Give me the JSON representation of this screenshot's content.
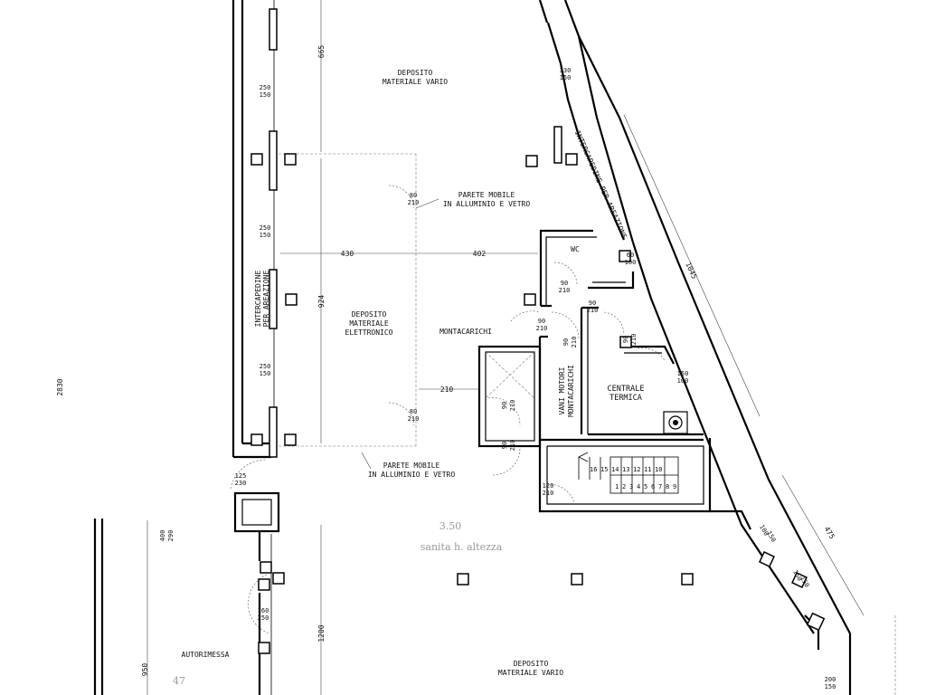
{
  "rooms": {
    "deposito_top": [
      "DEPOSITO",
      "MATERIALE VARIO"
    ],
    "deposito_elettronico": [
      "DEPOSITO",
      "MATERIALE",
      "ELETTRONICO"
    ],
    "wc": "WC",
    "montacarichi": "MONTACARICHI",
    "vani_motori": [
      "VANI MOTORI",
      "MONTACARICHI"
    ],
    "centrale_termica": [
      "CENTRALE",
      "TERMICA"
    ],
    "autorimessa": "AUTORIMESSA",
    "deposito_bottom": [
      "DEPOSITO",
      "MATERIALE VARIO"
    ],
    "intercapedine_left": [
      "INTERCAPEDINE",
      "PER AREAZIONE"
    ],
    "intercapedine_right": "INTERCAPEDINE PER AREAZIONE"
  },
  "annotations": {
    "parete_mobile_top": [
      "PARETE MOBILE",
      "IN ALLUMINIO E VETRO"
    ],
    "parete_mobile_bottom": [
      "PARETE MOBILE",
      "IN ALLUMINIO E VETRO"
    ],
    "pencil_note_1": "3.50",
    "pencil_note_2": "sanita h. altezza",
    "pencil_note_3": "47"
  },
  "dimensions": {
    "d665": "665",
    "d924": "924",
    "d1200": "1200",
    "d2830": "2830",
    "d950": "950",
    "d430": "430",
    "d402": "402",
    "d210": "210",
    "d1045": "1045",
    "d475": "475"
  },
  "openings": {
    "w_top_left": [
      "250",
      "150"
    ],
    "w_mid_left": [
      "250",
      "150"
    ],
    "w_low_left": [
      "250",
      "150"
    ],
    "w_top_right": [
      "330",
      "150"
    ],
    "door_parete_top": [
      "80",
      "210"
    ],
    "door_parete_bottom": [
      "80",
      "210"
    ],
    "wc_window": [
      "60",
      "100"
    ],
    "wc_door": [
      "90",
      "210"
    ],
    "door_a": [
      "90",
      "210"
    ],
    "door_b": [
      "90",
      "210"
    ],
    "door_vani": [
      "90",
      "210"
    ],
    "door_montacarichi_1": [
      "90",
      "210"
    ],
    "door_montacarichi_2": [
      "90",
      "210"
    ],
    "door_centrale": [
      "90",
      "210"
    ],
    "window_centrale": [
      "150",
      "100"
    ],
    "door_stair": [
      "120",
      "210"
    ],
    "door_entry": [
      "125",
      "230"
    ],
    "opening_autorimessa": [
      "400",
      "290"
    ],
    "door_autorimessa": [
      "160",
      "250"
    ],
    "window_right_1": [
      "100",
      "150"
    ],
    "window_right_2": [
      "150",
      "150"
    ],
    "window_right_3": [
      "200",
      "150"
    ]
  },
  "stairs": {
    "steps_upper": [
      "16",
      "15",
      "14",
      "13",
      "12",
      "11",
      "10"
    ],
    "steps_lower": [
      "1",
      "2",
      "3",
      "4",
      "5",
      "6",
      "7",
      "8",
      "9"
    ]
  }
}
